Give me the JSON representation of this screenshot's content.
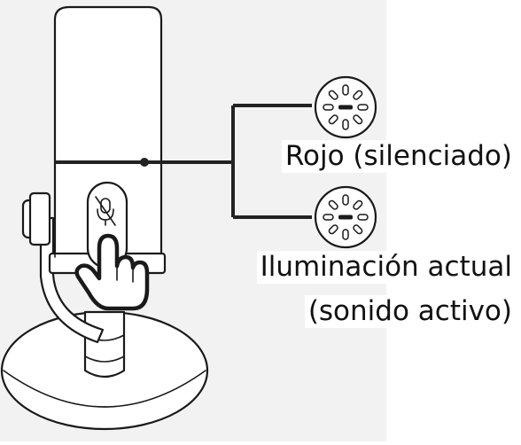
{
  "labels": {
    "muted_state": "Rojo (silenciado)",
    "current_lighting_line1": "Iluminación actual",
    "current_lighting_line2": "(sonido activo)"
  },
  "icons": {
    "mute_button": "microphone-muted-icon",
    "hand": "pointing-hand-icon",
    "indicator_muted": "indicator-light-icon",
    "indicator_current": "indicator-light-icon"
  },
  "colors": {
    "line": "#222222",
    "outline": "#1a1a1a",
    "background_panel": "#f2f2f2"
  }
}
